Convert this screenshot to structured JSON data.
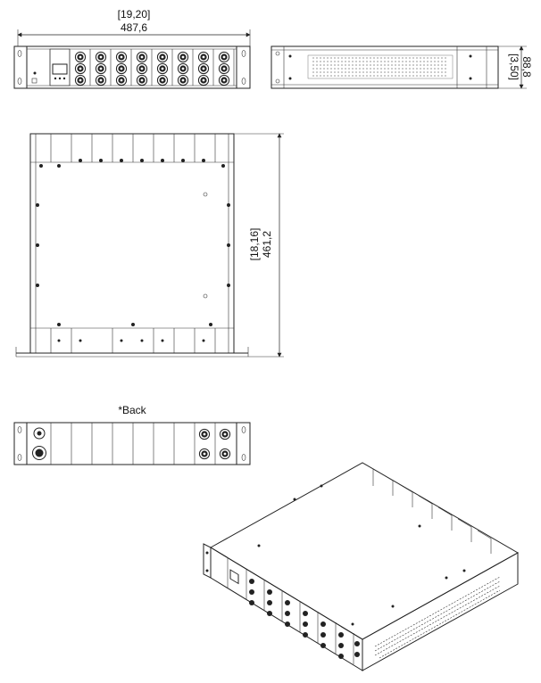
{
  "dimensions": {
    "width_in": "[19,20]",
    "width_mm": "487,6",
    "height_in": "[3,50]",
    "height_mm": "88,8",
    "depth_in": "[18,16]",
    "depth_mm": "461,2"
  },
  "labels": {
    "back": "*Back"
  }
}
